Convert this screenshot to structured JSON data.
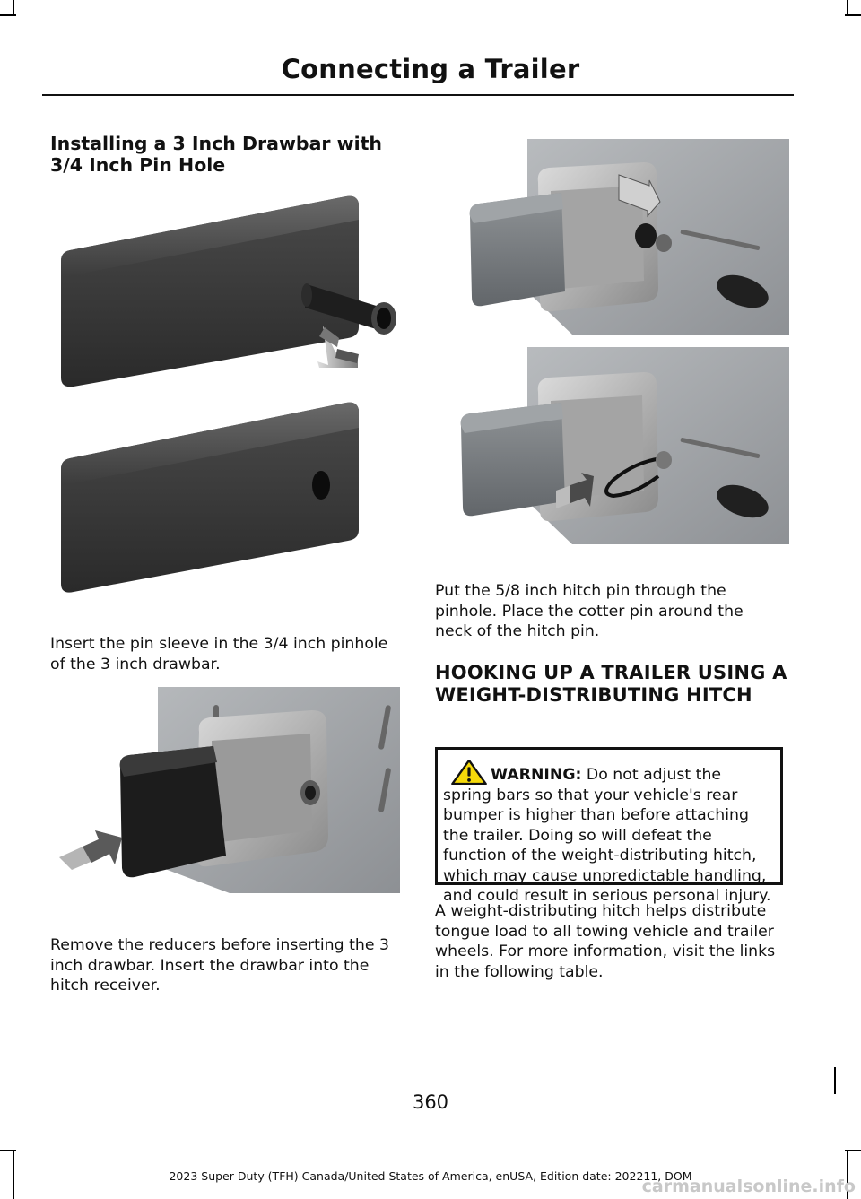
{
  "header": {
    "title": "Connecting a Trailer"
  },
  "left_column": {
    "subheading": "Installing a 3 Inch Drawbar with 3/4 Inch Pin Hole",
    "para1": "Insert the pin sleeve in the 3/4 inch pinhole of the 3 inch drawbar.",
    "para2": "Remove the reducers before inserting the 3 inch drawbar. Insert the drawbar into the hitch receiver."
  },
  "right_column": {
    "para1": "Put the 5/8 inch hitch pin through the pinhole. Place the cotter pin around the neck of the hitch pin.",
    "heading": "HOOKING UP A TRAILER USING A WEIGHT-DISTRIBUTING HITCH",
    "warning_label": "WARNING:",
    "warning_text": "Do not adjust the spring bars so that your vehicle's rear bumper is higher than before attaching the trailer. Doing so will defeat the function of the weight-distributing hitch, which may cause unpredictable handling, and could result in serious personal injury.",
    "para2": "A weight-distributing hitch helps distribute tongue load to all towing vehicle and trailer wheels. For more information, visit the links in the following table."
  },
  "figures": {
    "fig1": "drawbar-pin-sleeve-illustration",
    "fig2": "drawbar-insert-receiver-illustration",
    "fig3": "hitch-pin-cotter-pin-illustration",
    "warning_icon": "warning-triangle-icon"
  },
  "page_number": "360",
  "footer": "2023 Super Duty (TFH) Canada/United States of America, enUSA, Edition date: 202211, DOM",
  "watermark": "carmanualsonline.info"
}
